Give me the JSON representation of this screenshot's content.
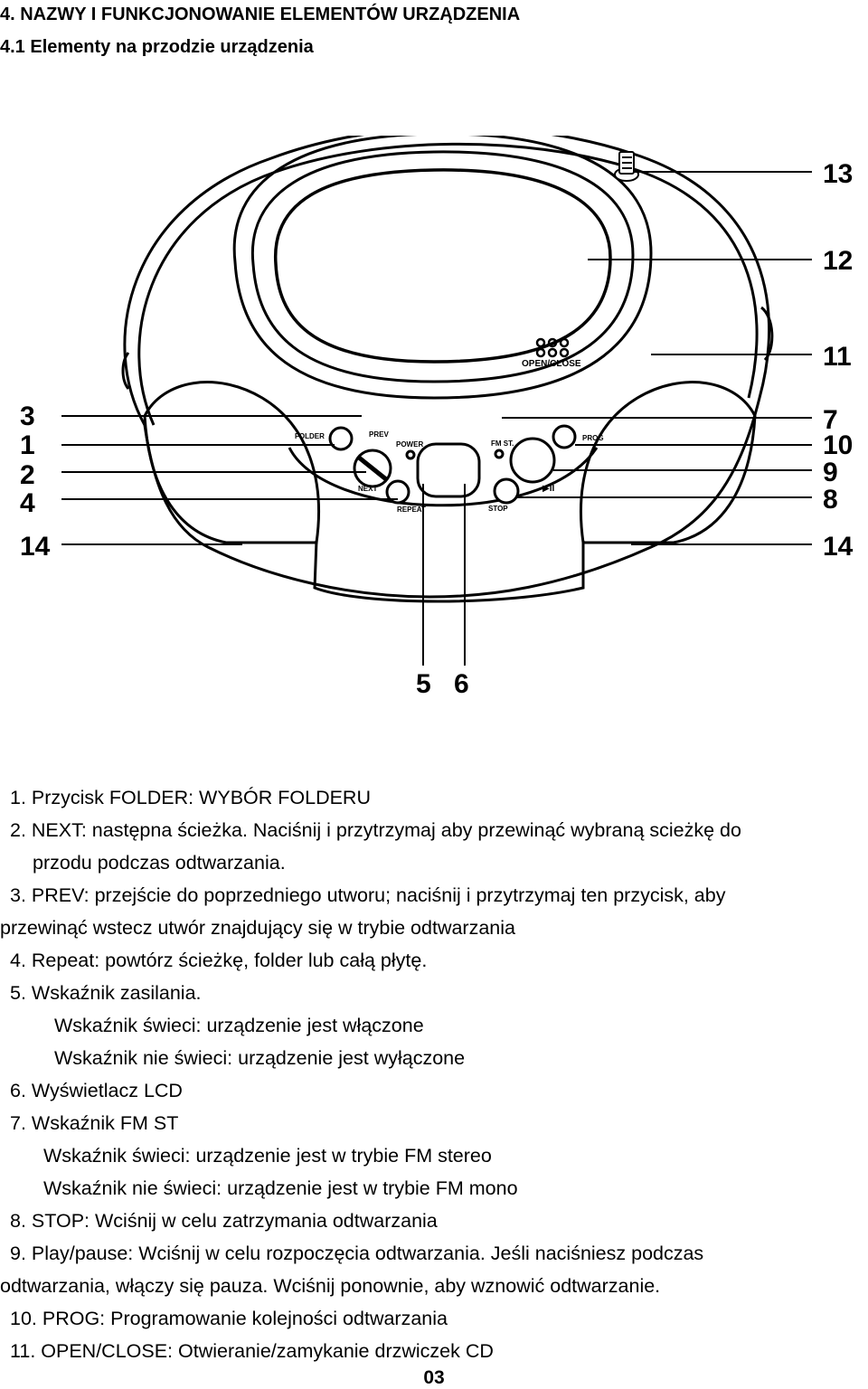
{
  "headings": {
    "section": "4. NAZWY I FUNKCJONOWANIE ELEMENTÓW URZĄDZENIA",
    "subsection": "4.1 Elementy na przodzie urządzenia"
  },
  "diagram": {
    "callouts": {
      "c13": "13",
      "c12": "12",
      "c11": "11",
      "c3": "3",
      "c1": "1",
      "c2": "2",
      "c4": "4",
      "c14_left": "14",
      "c7": "7",
      "c10": "10",
      "c9": "9",
      "c8": "8",
      "c14_right": "14",
      "c5": "5",
      "c6": "6"
    },
    "device_labels": {
      "open_close": "OPEN/CLOSE",
      "folder": "FOLDER",
      "prev": "PREV",
      "next": "NEXT",
      "power": "POWER",
      "repeat": "REPEAT",
      "fm_st": "FM ST.",
      "prog": "PROG",
      "stop": "STOP",
      "play_pause": "▶II"
    }
  },
  "items": {
    "i1": "1. Przycisk FOLDER: WYBÓR FOLDERU",
    "i2a": "2. NEXT: następna ścieżka. Naciśnij i przytrzymaj aby przewinąć wybraną scieżkę do",
    "i2b": "przodu podczas odtwarzania.",
    "i3a": "3. PREV: przejście do poprzedniego utworu; naciśnij i przytrzymaj ten przycisk, aby",
    "i3b": "przewinąć wstecz utwór znajdujący się w trybie odtwarzania",
    "i4": "4. Repeat: powtórz ścieżkę, folder lub całą płytę.",
    "i5": "5. Wskaźnik zasilania.",
    "i5a": "Wskaźnik świeci: urządzenie jest włączone",
    "i5b": "Wskaźnik nie świeci: urządzenie jest wyłączone",
    "i6": "6. Wyświetlacz LCD",
    "i7": "7. Wskaźnik FM ST",
    "i7a": "Wskaźnik świeci: urządzenie jest w trybie FM stereo",
    "i7b": "Wskaźnik nie świeci: urządzenie jest w trybie FM mono",
    "i8": "8. STOP: Wciśnij w celu zatrzymania odtwarzania",
    "i9a": "9. Play/pause: Wciśnij w celu rozpoczęcia odtwarzania. Jeśli naciśniesz podczas",
    "i9b": "odtwarzania, włączy się pauza. Wciśnij ponownie, aby wznowić odtwarzanie.",
    "i10": "10. PROG: Programowanie kolejności odtwarzania",
    "i11": "11. OPEN/CLOSE: Otwieranie/zamykanie drzwiczek CD"
  },
  "page_number": "03"
}
